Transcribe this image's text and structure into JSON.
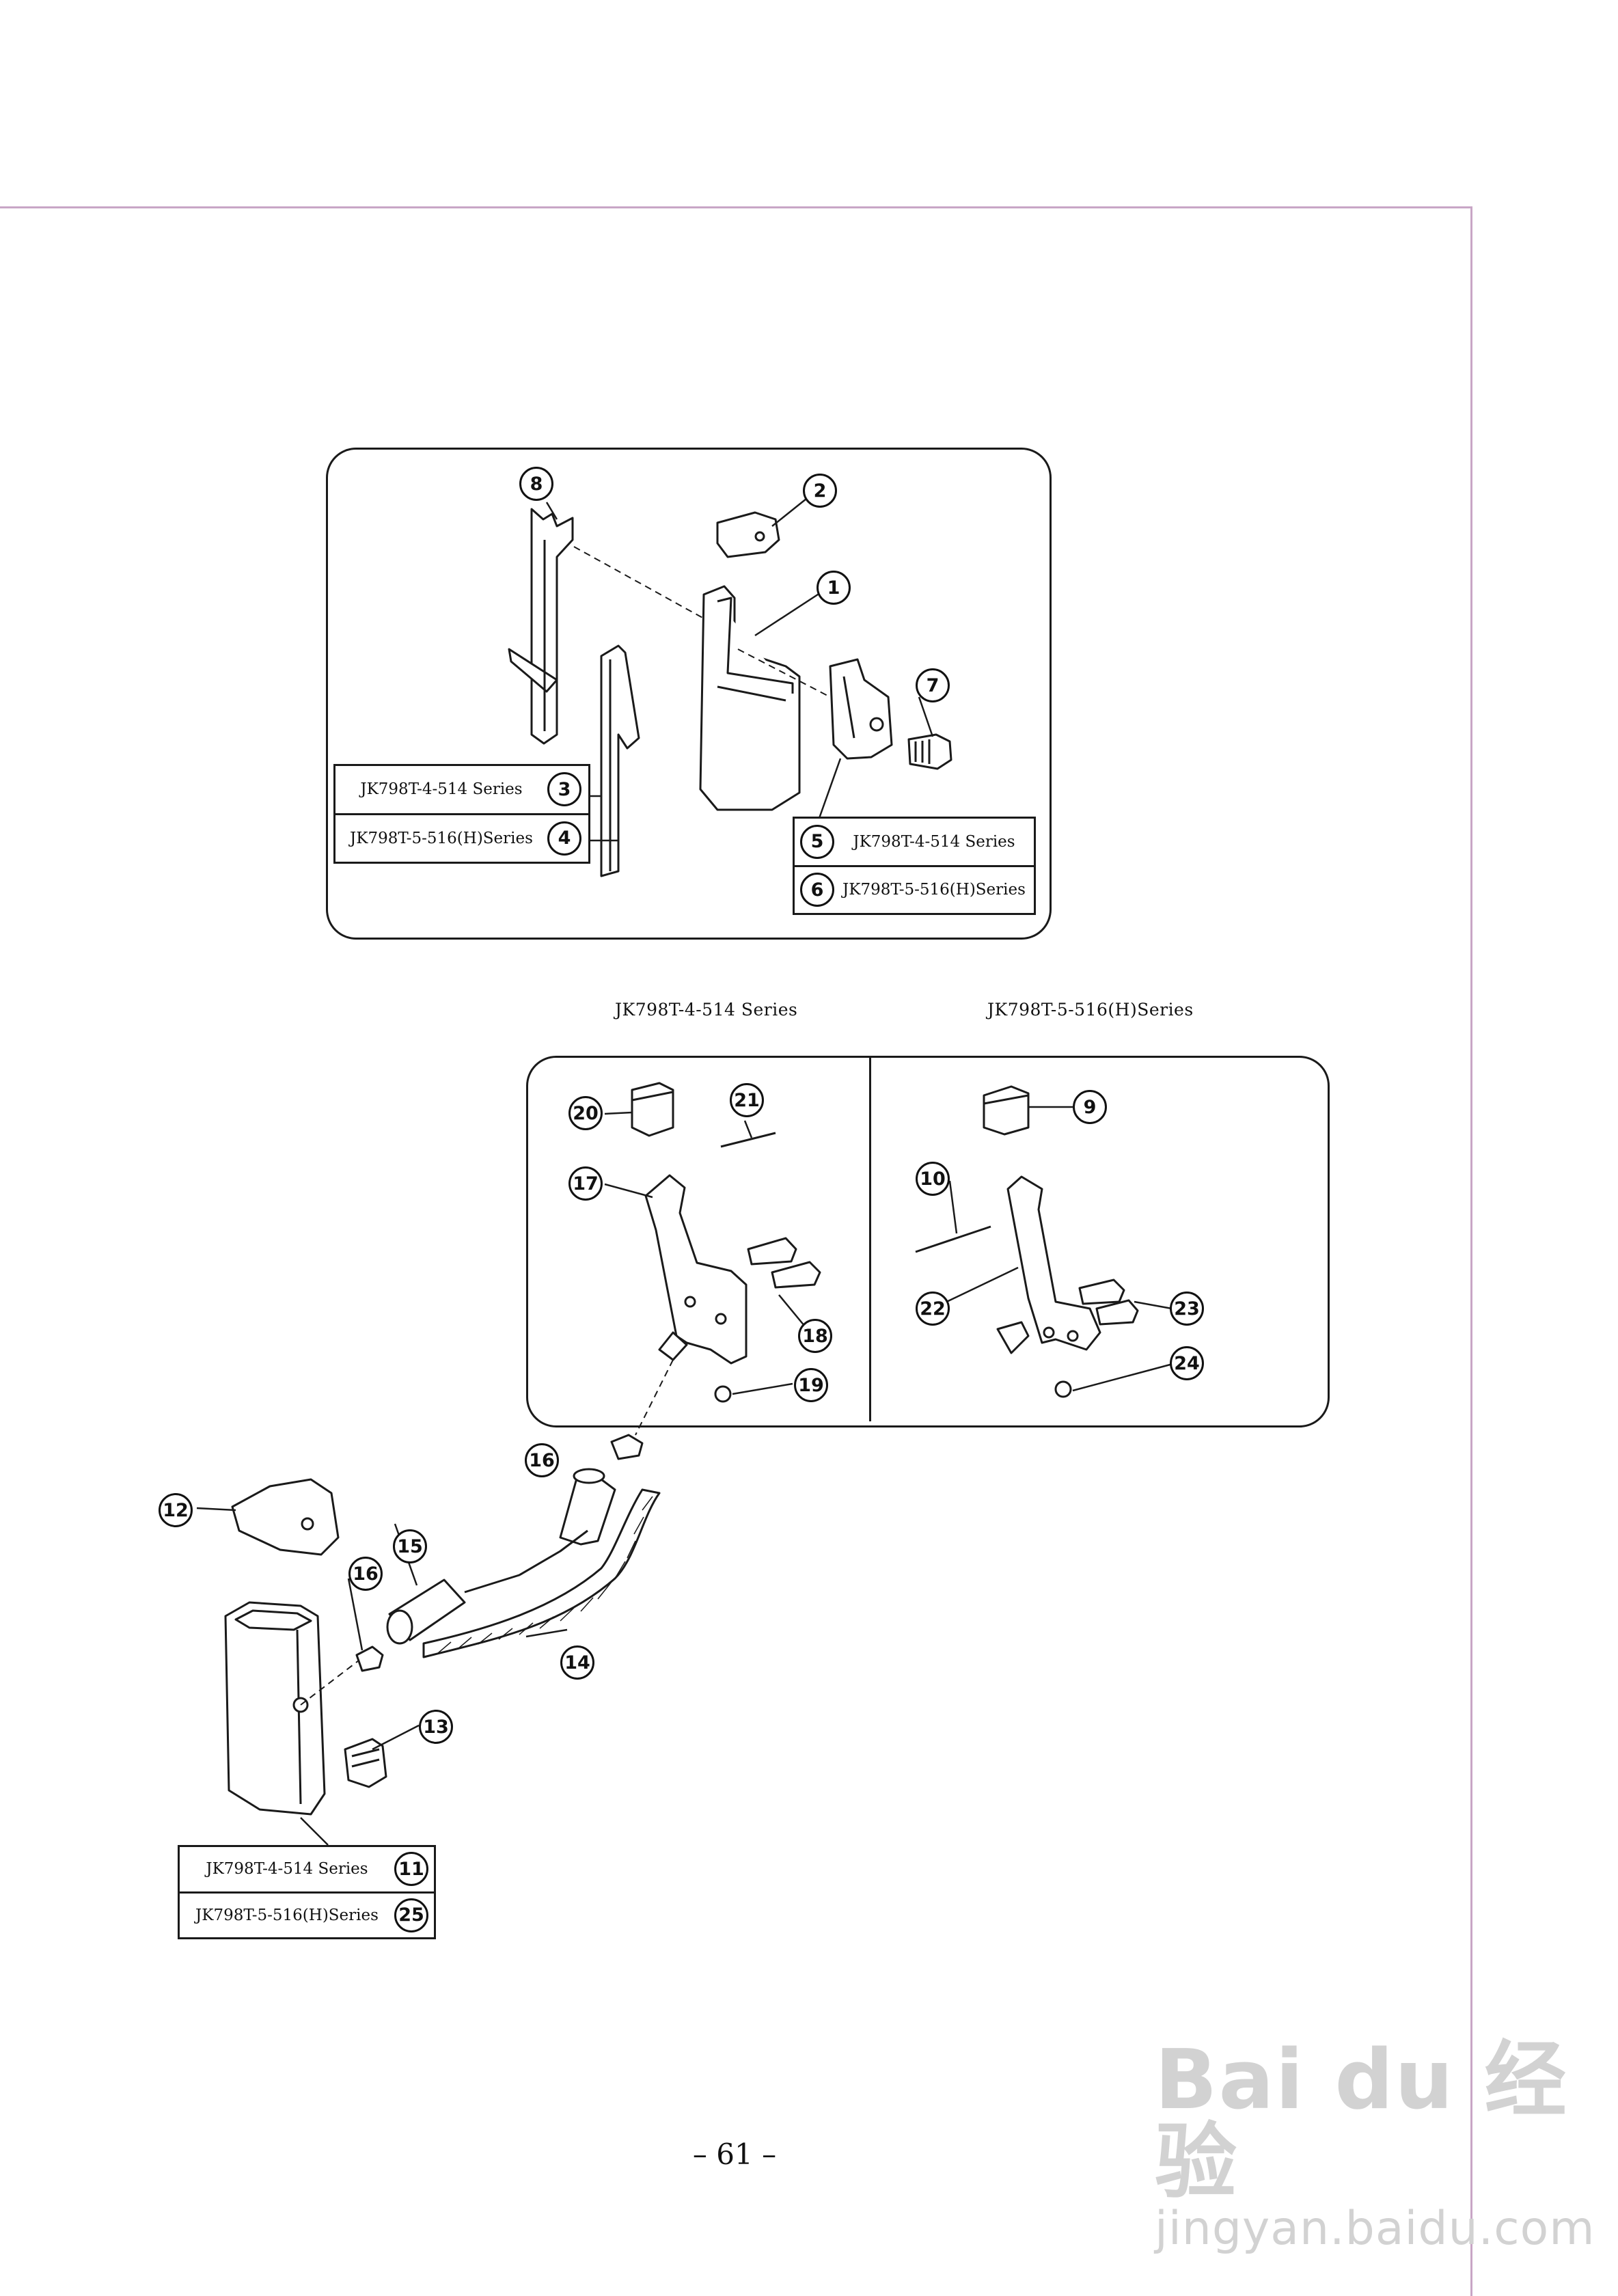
{
  "page": {
    "number": "– 61 –"
  },
  "panel_top": {
    "callouts": [
      "8",
      "2",
      "1",
      "7",
      "3",
      "4",
      "5",
      "6"
    ],
    "part_table_left": [
      {
        "text": "JK798T-4-514 Series",
        "num": "3"
      },
      {
        "text": "JK798T-5-516(H)Series",
        "num": "4"
      }
    ],
    "part_table_right": [
      {
        "num": "5",
        "text": "JK798T-4-514 Series"
      },
      {
        "num": "6",
        "text": "JK798T-5-516(H)Series"
      }
    ]
  },
  "panel_bottom": {
    "caption_left": "JK798T-4-514 Series",
    "caption_right": "JK798T-5-516(H)Series",
    "callouts_left": [
      "20",
      "21",
      "17",
      "18",
      "19"
    ],
    "callouts_right": [
      "9",
      "10",
      "22",
      "23",
      "24"
    ]
  },
  "lower_assembly": {
    "callouts": [
      "16",
      "12",
      "15",
      "16",
      "14",
      "13"
    ],
    "part_table": [
      {
        "text": "JK798T-4-514 Series",
        "num": "11"
      },
      {
        "text": "JK798T-5-516(H)Series",
        "num": "25"
      }
    ]
  },
  "watermark": {
    "brand": "Bai du 经验",
    "url": "jingyan.baidu.com"
  },
  "colors": {
    "frame": "#c8a6c6",
    "ink": "#1a1a1a",
    "watermark": "#d2d2d2"
  }
}
